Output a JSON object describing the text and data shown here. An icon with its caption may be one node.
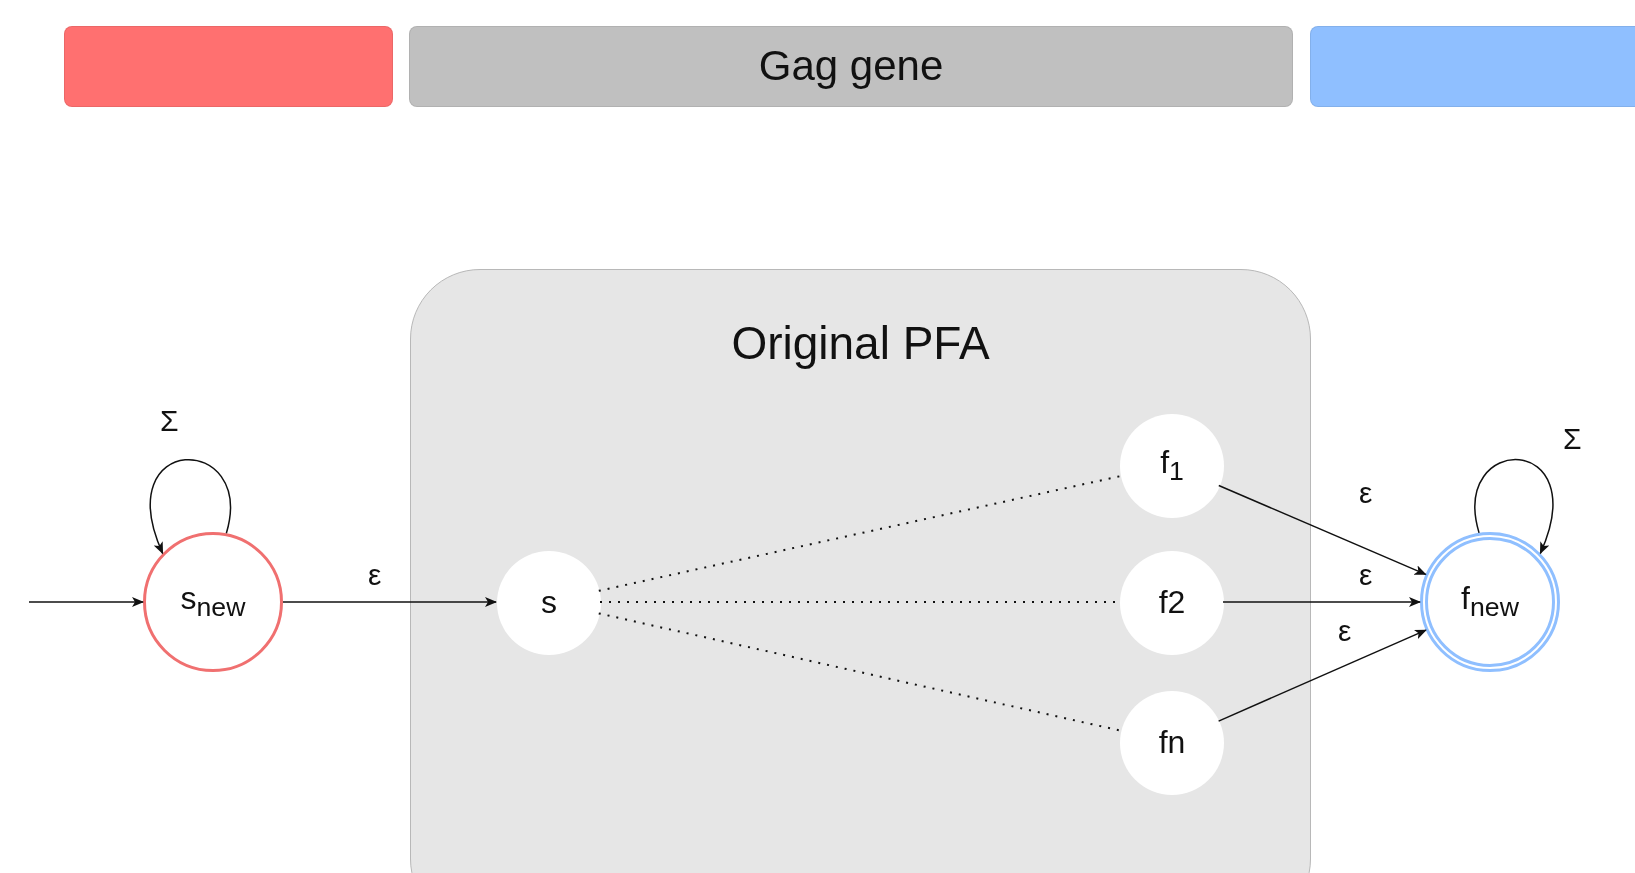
{
  "diagram": {
    "nodes": [
      {
        "text": [],
        "shape": "bar"
      },
      {
        "text": [
          "Gag gene"
        ]
      },
      {
        "text": [],
        "shape": "bar"
      },
      {
        "text": [
          "Original PFA"
        ]
      },
      {
        "text": [
          "s$_{new}$"
        ]
      },
      {
        "text": [
          "s"
        ],
        "in": 3
      },
      {
        "text": [
          "f$_{1}$"
        ],
        "in": 3
      },
      {
        "text": [
          "f2"
        ],
        "in": 3
      },
      {
        "text": [
          "fn"
        ],
        "in": 3
      },
      {
        "text": [
          "f$_{new}$"
        ]
      }
    ],
    "edges": [
      {
        "from": null,
        "to": 4,
        "arrow": "to"
      },
      {
        "from": 4,
        "to": 4,
        "arrow": "to",
        "label": "Σ"
      },
      {
        "from": 4,
        "to": 5,
        "arrow": "to",
        "label": "ε"
      },
      {
        "from": 5,
        "to": 6,
        "arrow": "none",
        "style": "dashed"
      },
      {
        "from": 5,
        "to": 7,
        "arrow": "none",
        "style": "dashed"
      },
      {
        "from": 5,
        "to": 8,
        "arrow": "none",
        "style": "dashed"
      },
      {
        "from": 6,
        "to": 9,
        "arrow": "to",
        "label": "ε"
      },
      {
        "from": 7,
        "to": 9,
        "arrow": "to",
        "label": "ε"
      },
      {
        "from": 8,
        "to": 9,
        "arrow": "to",
        "label": "ε"
      },
      {
        "from": 9,
        "to": 9,
        "arrow": "to",
        "label": "Σ"
      }
    ]
  }
}
